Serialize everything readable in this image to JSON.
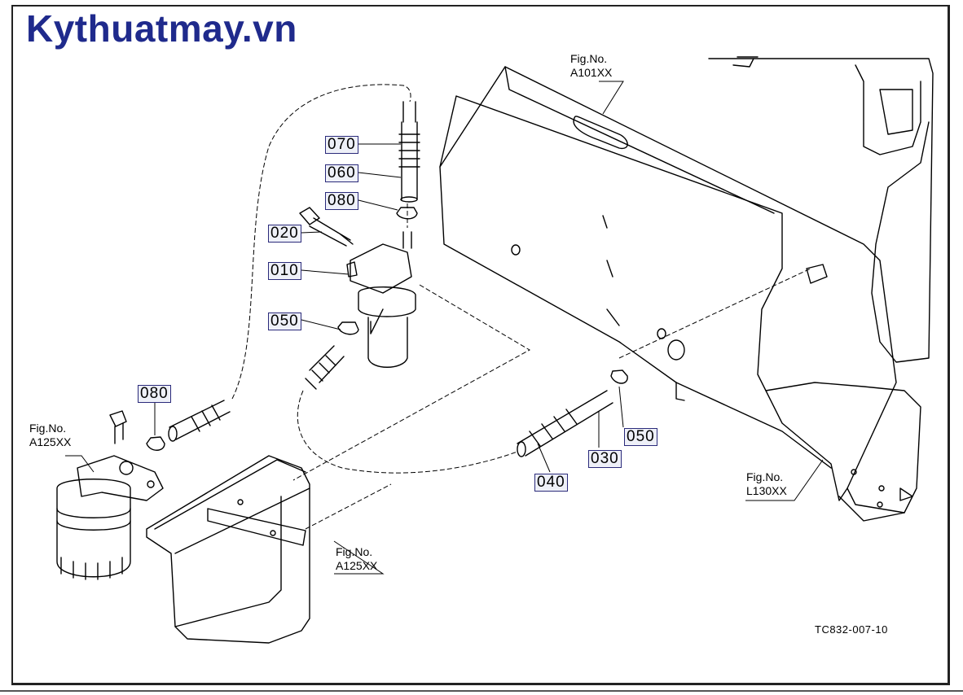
{
  "brand": "Kythuatmay.vn",
  "drawing_code": "TC832-007-10",
  "callouts": {
    "c070": "070",
    "c060": "060",
    "c080_top": "080",
    "c020": "020",
    "c010": "010",
    "c050_left": "050",
    "c080_left": "080",
    "c050_right": "050",
    "c030": "030",
    "c040": "040"
  },
  "figrefs": {
    "a101": {
      "line1": "Fig.No.",
      "line2": "A101XX"
    },
    "a125_left": {
      "line1": "Fig.No.",
      "line2": "A125XX"
    },
    "a125_bottom": {
      "line1": "Fig.No.",
      "line2": "A125XX"
    },
    "l130": {
      "line1": "Fig.No.",
      "line2": "L130XX"
    }
  }
}
